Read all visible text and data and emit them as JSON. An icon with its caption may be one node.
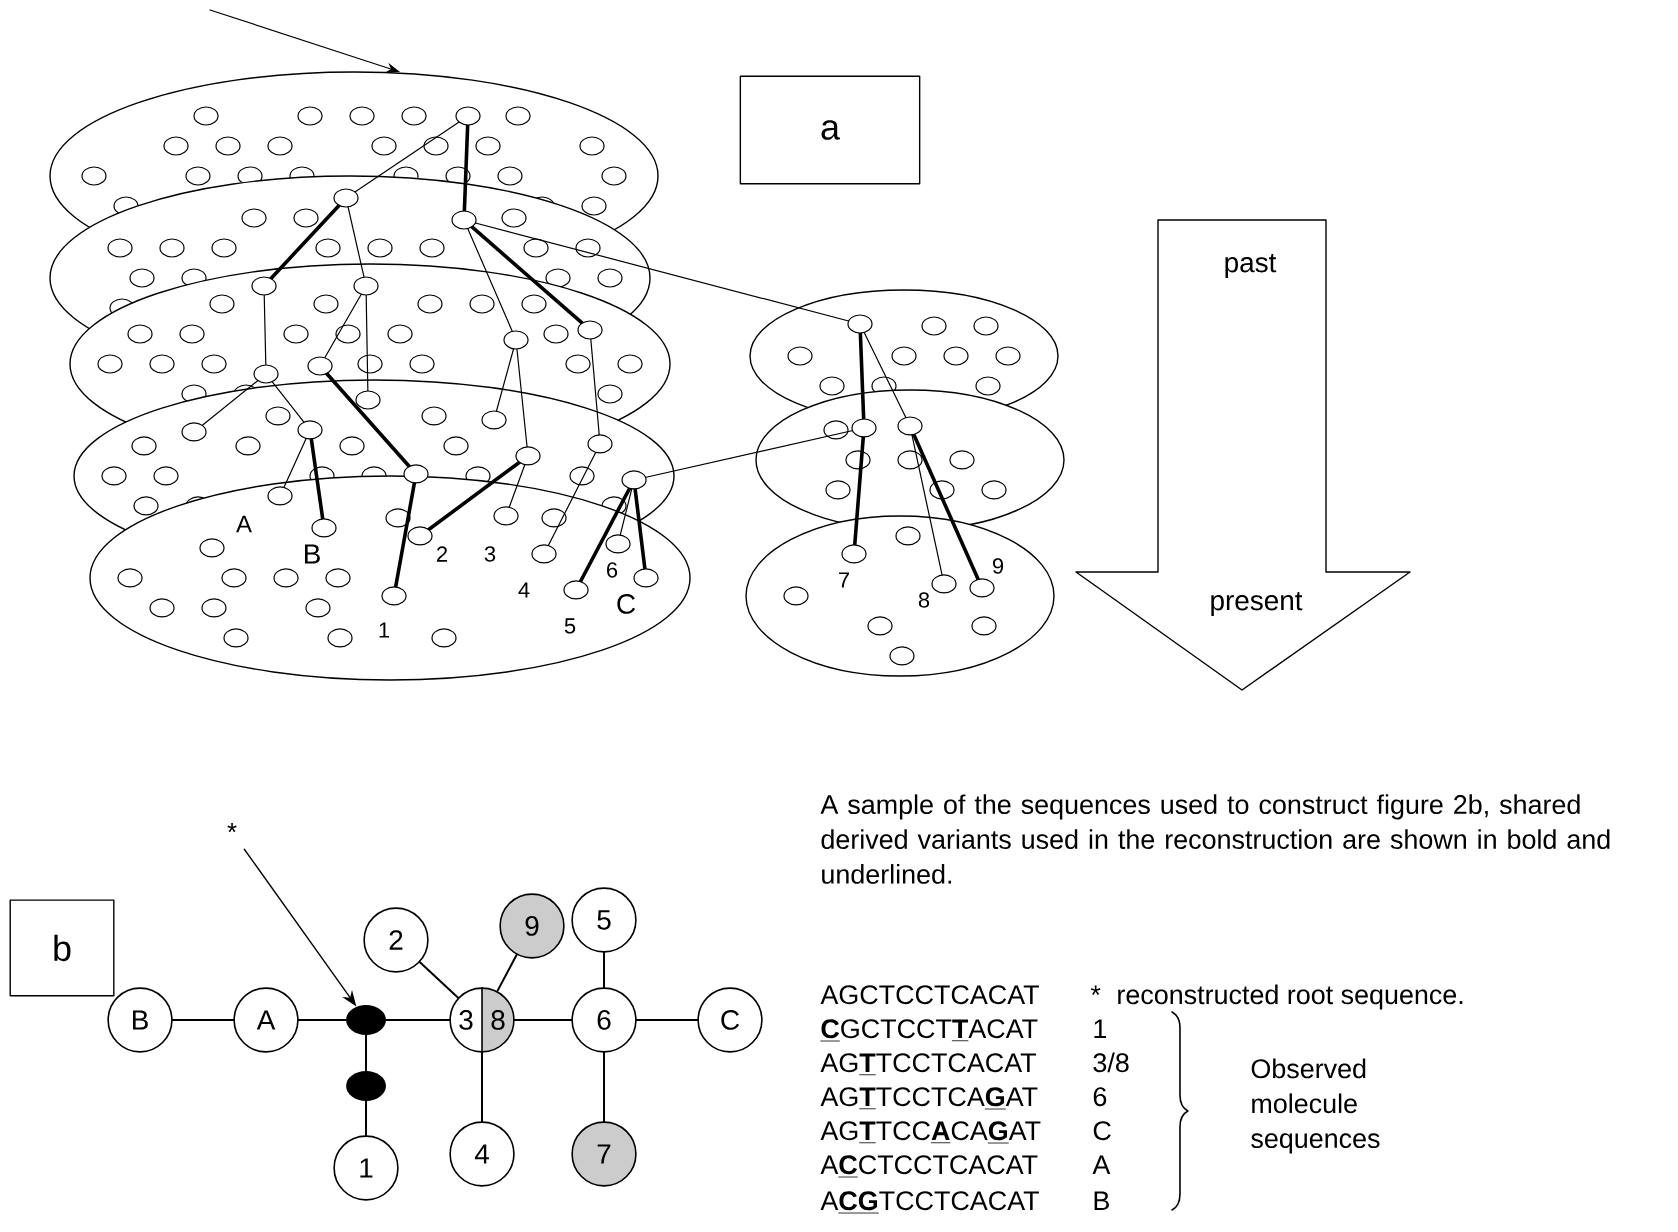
{
  "diagram": {
    "nodes": [
      {
        "text": [
          "a"
        ]
      },
      {
        "text": [
          "past",
          "present"
        ]
      },
      {
        "text": [
          "b"
        ]
      },
      {
        "text": [
          "*"
        ]
      },
      {
        "text": [
          "2"
        ]
      },
      {
        "text": [
          "9"
        ]
      },
      {
        "text": [
          "5"
        ]
      },
      {
        "text": [
          "B"
        ]
      },
      {
        "text": [
          "A"
        ]
      },
      {
        "text": [],
        "shape": "circle"
      },
      {
        "text": [
          "3",
          "8"
        ]
      },
      {
        "text": [
          "6"
        ]
      },
      {
        "text": [
          "C"
        ]
      },
      {
        "text": [],
        "shape": "circle"
      },
      {
        "text": [
          "4"
        ]
      },
      {
        "text": [
          "7"
        ]
      },
      {
        "text": [
          "1"
        ]
      }
    ],
    "edges": [
      {
        "from": 3,
        "to": 9,
        "arrow": "to"
      },
      {
        "from": 7,
        "to": 8,
        "arrow": "none"
      },
      {
        "from": 8,
        "to": 9,
        "arrow": "none"
      },
      {
        "from": 9,
        "to": 13,
        "arrow": "none"
      },
      {
        "from": 13,
        "to": 16,
        "arrow": "none"
      },
      {
        "from": 9,
        "to": 10,
        "arrow": "none"
      },
      {
        "from": 4,
        "to": 10,
        "arrow": "none"
      },
      {
        "from": 5,
        "to": 10,
        "arrow": "none"
      },
      {
        "from": 10,
        "to": 14,
        "arrow": "none"
      },
      {
        "from": 10,
        "to": 11,
        "arrow": "none"
      },
      {
        "from": 6,
        "to": 11,
        "arrow": "none"
      },
      {
        "from": 11,
        "to": 12,
        "arrow": "none"
      },
      {
        "from": 11,
        "to": 15,
        "arrow": "none"
      }
    ],
    "labels": [
      "A",
      "B",
      "2",
      "3",
      "6",
      "9",
      "4",
      "C",
      "7",
      "8",
      "1",
      "5",
      "A sample of the sequences used to construct figure 2b, shared derived variants used in the reconstruction are shown in bold and underlined.",
      "AGCTCCTCACAT",
      "*",
      "reconstructed root sequence.",
      "**C**GCTCCT**T**ACAT",
      "1",
      "AG**T**TCCTCACAT",
      "3/8",
      "AG**T**TCCTCA**G**AT",
      "6",
      "AG**T**TCC**A**CA**G**AT",
      "C",
      "A**C**CTCCTCACAT",
      "A",
      "A**CG**TCCTCACAT",
      "B",
      "Observed molecule sequences"
    ]
  }
}
